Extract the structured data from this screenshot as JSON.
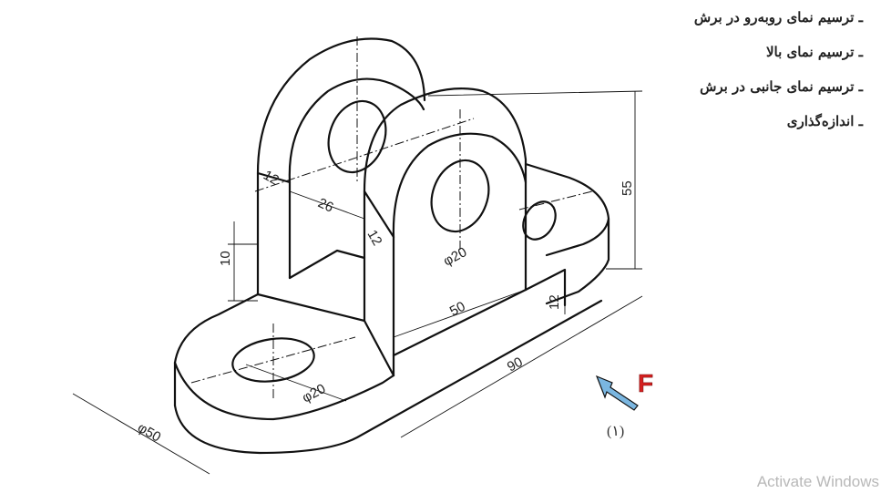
{
  "instructions": [
    "ترسیم نمای روبه‌رو در برش",
    "ترسیم نمای بالا",
    "ترسیم نمای جانبی در برش",
    "اندازه‌گذاری"
  ],
  "dimensions": {
    "thickness_left": "12",
    "gap": "26",
    "thickness_right": "12",
    "base_height": "10",
    "hole_upright": "φ20",
    "total_height": "55",
    "upright_span": "50",
    "base_step": "12",
    "base_length": "90",
    "hole_base": "φ20",
    "base_diameter": "φ50"
  },
  "view_arrow_label": "F",
  "figure_number": "(۱)",
  "watermark": "Activate Windows",
  "colors": {
    "line": "#111111",
    "arrow_fill": "#7ab6e0",
    "arrow_label": "#d62020"
  }
}
